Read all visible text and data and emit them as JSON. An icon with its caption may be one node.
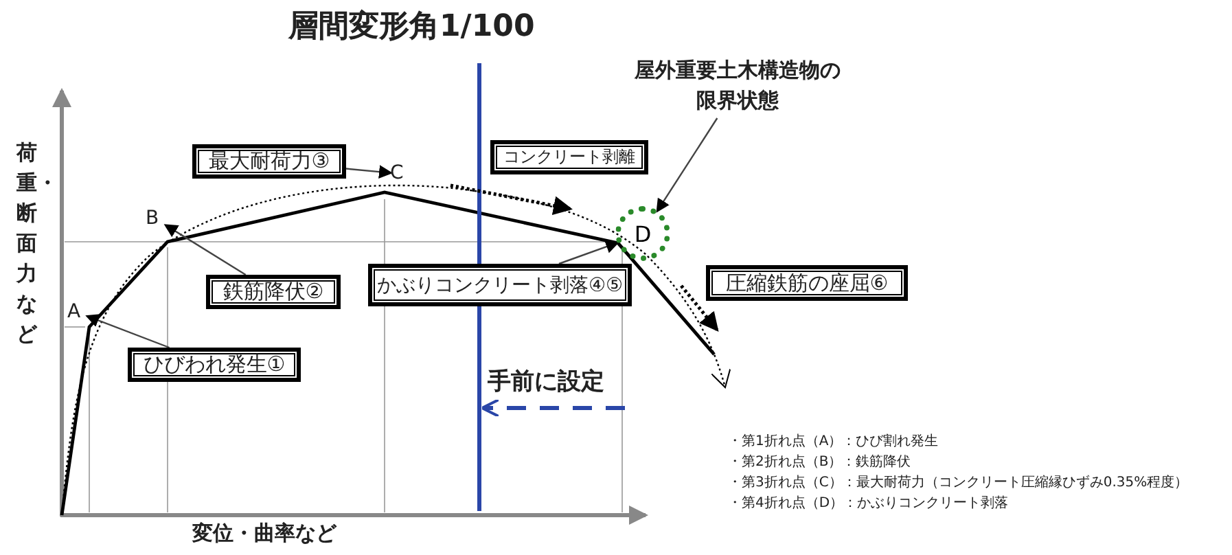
{
  "diagram": {
    "nodes": [
      {
        "text": [
          "ひびわれ発生①"
        ]
      },
      {
        "text": [
          "鉄筋降伏②"
        ]
      },
      {
        "text": [
          "最大耐荷力③"
        ]
      },
      {
        "text": [
          "コンクリート剥離"
        ]
      },
      {
        "text": [
          "かぶりコンクリート剥落④⑤"
        ]
      },
      {
        "text": [
          "圧縮鉄筋の座屈⑥"
        ]
      },
      {
        "text": [
          "屋外重要土木構造物の限界状態"
        ]
      },
      {
        "text": [
          "D"
        ]
      },
      {
        "text": [
          "A"
        ]
      },
      {
        "text": [
          "B"
        ]
      },
      {
        "text": [
          "C"
        ]
      }
    ],
    "edges": [
      {
        "from": 0,
        "to": 8,
        "arrow": "to"
      },
      {
        "from": 1,
        "to": 9,
        "arrow": "to"
      },
      {
        "from": 2,
        "to": 10,
        "arrow": "to"
      },
      {
        "from": 4,
        "to": 7,
        "arrow": "to"
      },
      {
        "from": 6,
        "to": 7,
        "arrow": "to"
      }
    ],
    "labels": [
      "層間変形角1/100",
      "荷重・断面力など",
      "変位・曲率など",
      "手前に設定",
      "・第1折れ点（A）：ひび割れ発生",
      "・第2折れ点（B）：鉄筋降伏",
      "・第3折れ点（C）：最大耐荷力（コンクリート圧縮縁ひずみ0.35%程度）",
      "・第4折れ点（D）：かぶりコンクリート剥落"
    ]
  }
}
